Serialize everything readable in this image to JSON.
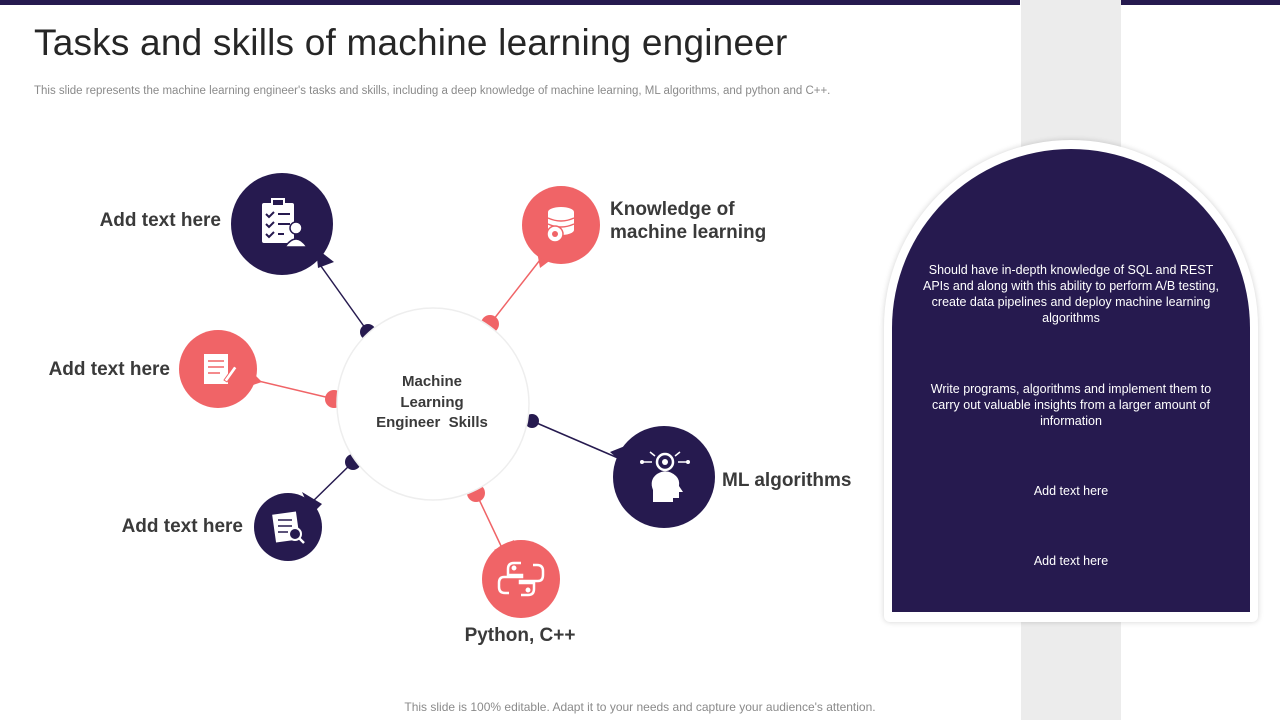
{
  "page": {
    "title": "Tasks and skills of machine learning engineer",
    "subtitle": "This slide represents the machine learning engineer's tasks and skills, including a deep knowledge of machine learning, ML algorithms, and python and C++.",
    "footer": "This slide is 100% editable. Adapt it to your needs and capture your audience's attention."
  },
  "diagram": {
    "center_lines": [
      "Machine",
      "Learning",
      "Engineer  Skills"
    ],
    "nodes": {
      "top_left": {
        "label": "Add text here",
        "icon": "clipboard-person-icon"
      },
      "mid_left": {
        "label": "Add text here",
        "icon": "document-pen-icon"
      },
      "bottom_left": {
        "label": "Add text here",
        "icon": "document-search-icon"
      },
      "top_right": {
        "label_lines": [
          "Knowledge of",
          "machine learning"
        ],
        "icon": "database-gear-icon"
      },
      "mid_right": {
        "label": "ML algorithms",
        "icon": "head-gear-icon"
      },
      "bottom": {
        "label": "Python, C++",
        "icon": "python-icon"
      }
    }
  },
  "card": {
    "p1": "Should have in-depth knowledge of SQL and REST APIs and along with this ability to perform A/B testing, create data pipelines and deploy machine learning algorithms",
    "p2": "Write programs, algorithms and implement them to carry out valuable insights from a larger amount of information",
    "p3": "Add text here",
    "p4": "Add text here"
  },
  "colors": {
    "navy": "#261a4f",
    "coral": "#f06467",
    "text": "#3a3a3a"
  }
}
